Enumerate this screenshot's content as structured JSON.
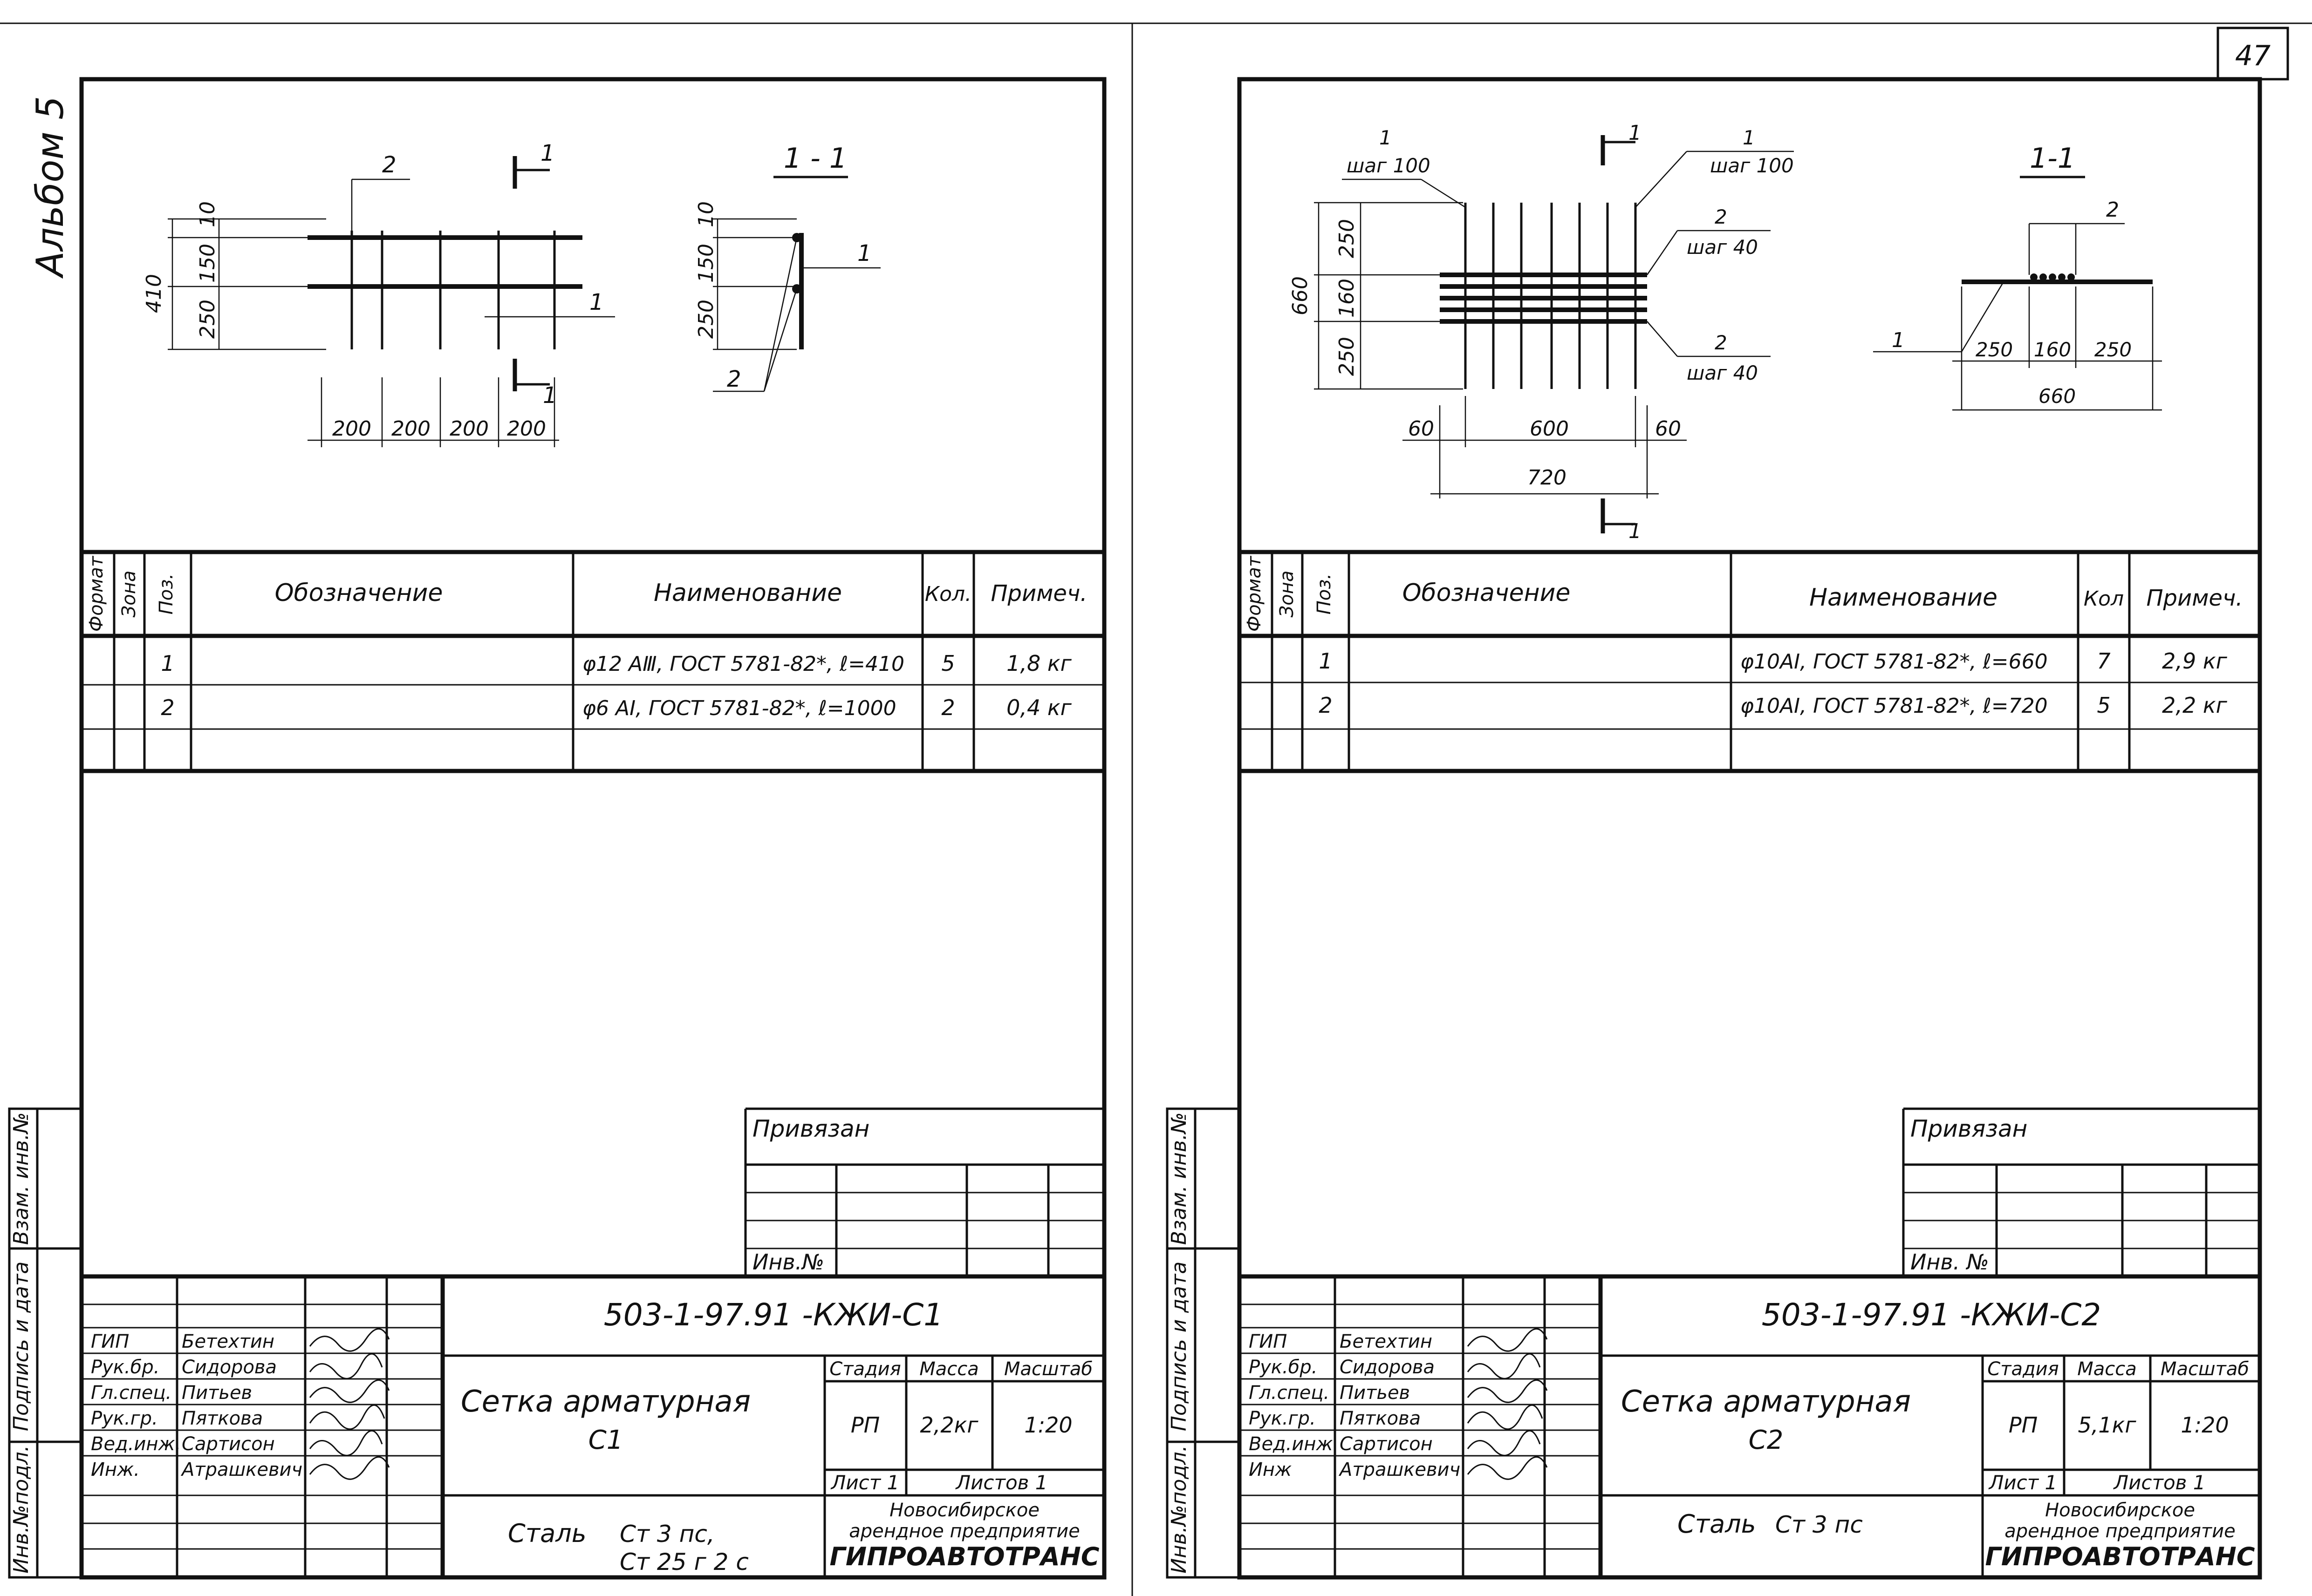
{
  "page_number": "47",
  "left_sheet": {
    "album_note": "Альбом 5",
    "section_label": "1 - 1",
    "plan_labels": {
      "pos2": "2",
      "pos1": "1",
      "cut_top": "1",
      "cut_bottom": "1",
      "dim_top": "10",
      "dim_mid": "150",
      "dim_bot": "250",
      "dim_total": "410",
      "spacing": [
        "200",
        "200",
        "200",
        "200"
      ]
    },
    "section_labels": {
      "dim_top": "10",
      "dim_mid": "150",
      "dim_bot": "250",
      "pos1": "1",
      "pos2": "2"
    },
    "spec_headers": {
      "format": "Формат",
      "zone": "Зона",
      "pos": "Поз.",
      "designation": "Обозначение",
      "name": "Наименование",
      "qty": "Кол.",
      "note": "Примеч."
    },
    "spec_rows": [
      {
        "pos": "1",
        "name": "φ12 AⅢ, ГОСТ 5781-82*, ℓ=410",
        "qty": "5",
        "note": "1,8 кг"
      },
      {
        "pos": "2",
        "name": "φ6 AI, ГОСТ 5781-82*, ℓ=1000",
        "qty": "2",
        "note": "0,4 кг"
      }
    ],
    "side_labels": {
      "vzam": "Взам. инв.№",
      "podpis": "Подпись и дата",
      "inv": "Инв.№подл."
    },
    "privyazan": "Привязан",
    "inv_no": "Инв.№",
    "doc_code": "503-1-97.91 -КЖИ-С1",
    "roles": [
      "ГИП",
      "Рук.бр.",
      "Гл.спец.",
      "Рук.гр.",
      "Вед.инж.",
      "Инж."
    ],
    "names": [
      "Бетехтин",
      "Сидорова",
      "Питьев",
      "Пяткова",
      "Сартисон",
      "Атрашкевич"
    ],
    "title_line1": "Сетка арматурная",
    "title_line2": "С1",
    "stage_header": "Стадия",
    "mass_header": "Масса",
    "scale_header": "Масштаб",
    "stage": "РП",
    "mass": "2,2кг",
    "scale": "1:20",
    "sheet": "Лист 1",
    "sheets": "Листов 1",
    "material_label": "Сталь",
    "material_1": "Ст 3 пс,",
    "material_2": "Ст 25 г 2 с",
    "org_1": "Новосибирское",
    "org_2": "арендное предприятие",
    "org_3": "ГИПРОАВТОТРАНС"
  },
  "right_sheet": {
    "section_label": "1-1",
    "plan_labels": {
      "pos1_left": "1",
      "step_left": "шаг 100",
      "pos1_right": "1",
      "step_right": "шаг 100",
      "pos2_top": "2",
      "step2_top": "шаг 40",
      "pos2_bot": "2",
      "step2_bot": "шаг 40",
      "cut_top": "1",
      "cut_bottom": "1",
      "dim_top": "250",
      "dim_mid": "160",
      "dim_bot": "250",
      "dim_total": "660",
      "end_left": "60",
      "middle": "600",
      "end_right": "60",
      "overall": "720"
    },
    "section_labels": {
      "pos2": "2",
      "pos1": "1",
      "d1": "250",
      "d2": "160",
      "d3": "250",
      "total": "660"
    },
    "spec_headers": {
      "format": "Формат",
      "zone": "Зона",
      "pos": "Поз.",
      "designation": "Обозначение",
      "name": "Наименование",
      "qty": "Кол",
      "note": "Примеч."
    },
    "spec_rows": [
      {
        "pos": "1",
        "name": "φ10AI, ГОСТ 5781-82*, ℓ=660",
        "qty": "7",
        "note": "2,9 кг"
      },
      {
        "pos": "2",
        "name": "φ10AI, ГОСТ 5781-82*, ℓ=720",
        "qty": "5",
        "note": "2,2 кг"
      }
    ],
    "side_labels": {
      "vzam": "Взам. инв.№",
      "podpis": "Подпись и дата",
      "inv": "Инв.№подл."
    },
    "privyazan": "Привязан",
    "inv_no": "Инв. №",
    "doc_code": "503-1-97.91 -КЖИ-С2",
    "roles": [
      "ГИП",
      "Рук.бр.",
      "Гл.спец.",
      "Рук.гр.",
      "Вед.инж",
      "Инж"
    ],
    "names": [
      "Бетехтин",
      "Сидорова",
      "Питьев",
      "Пяткова",
      "Сартисон",
      "Атрашкевич"
    ],
    "title_line1": "Сетка арматурная",
    "title_line2": "С2",
    "stage_header": "Стадия",
    "mass_header": "Масса",
    "scale_header": "Масштаб",
    "stage": "РП",
    "mass": "5,1кг",
    "scale": "1:20",
    "sheet": "Лист 1",
    "sheets": "Листов 1",
    "material_label": "Сталь",
    "material_1": "Ст 3 пс",
    "org_1": "Новосибирское",
    "org_2": "арендное предприятие",
    "org_3": "ГИПРОАВТОТРАНС"
  }
}
